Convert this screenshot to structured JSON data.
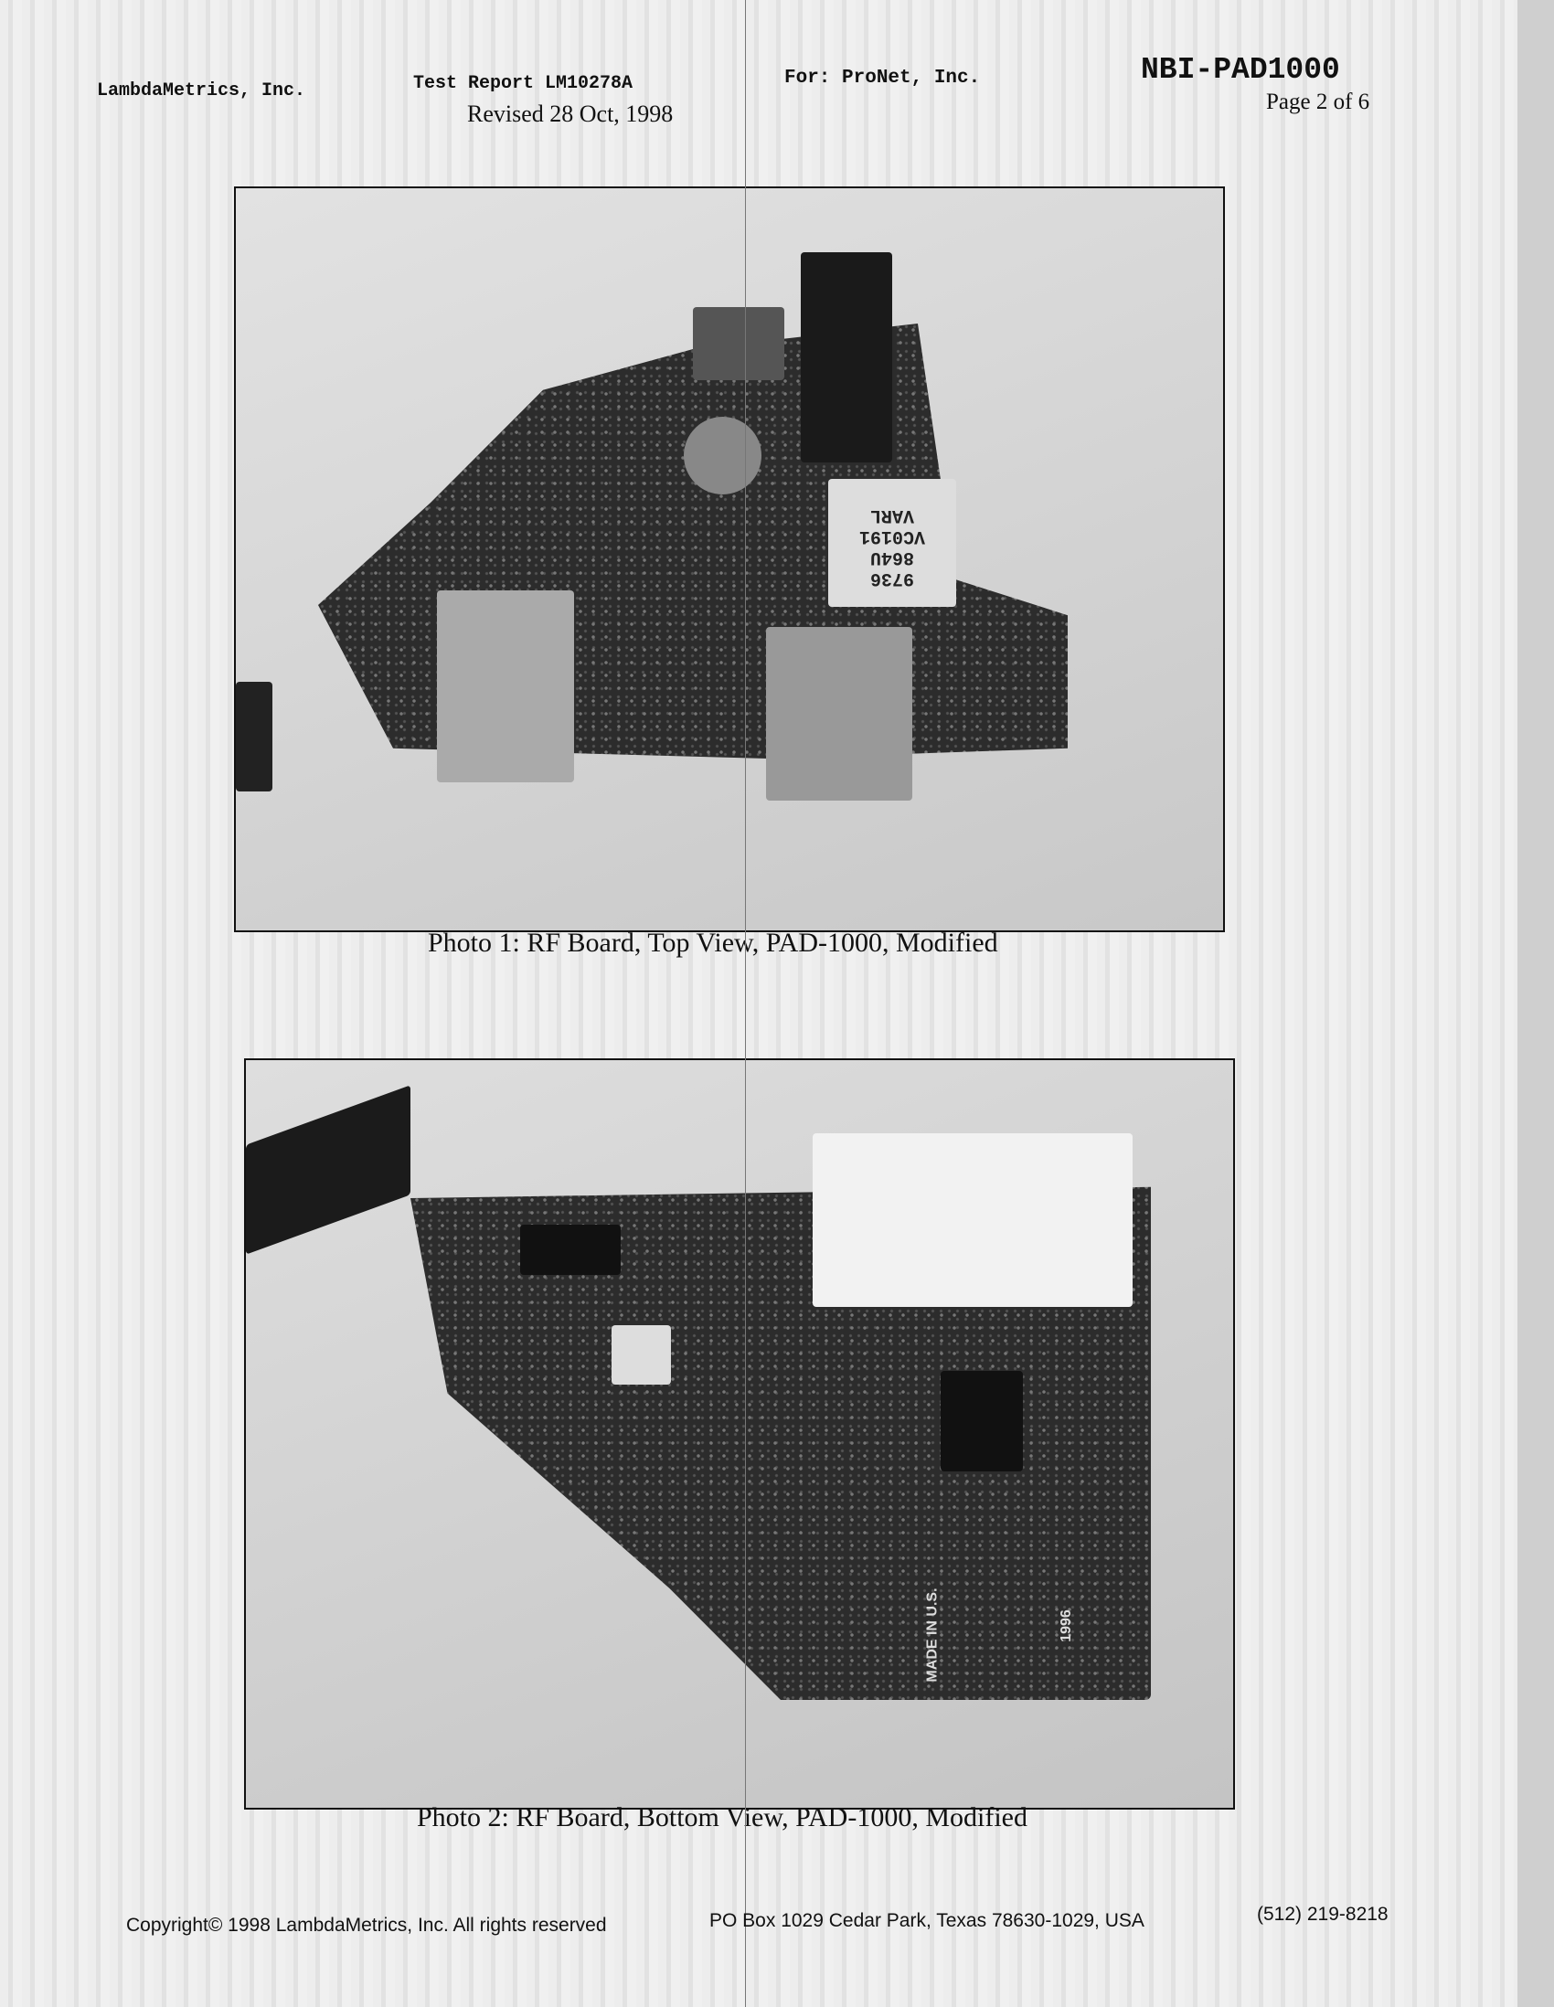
{
  "header": {
    "company": "LambdaMetrics, Inc.",
    "report": "Test Report LM10278A",
    "revised": "Revised 28 Oct, 1998",
    "client": "For: ProNet, Inc.",
    "product": "NBI-PAD1000",
    "page": "Page 2 of 6"
  },
  "photos": [
    {
      "caption": "Photo 1: RF Board, Top View, PAD-1000, Modified",
      "labels": [
        "VC0191",
        "864U",
        "9736",
        "VARL"
      ]
    },
    {
      "caption": "Photo 2: RF Board, Bottom View, PAD-1000, Modified",
      "labels": [
        "MADE IN U.S.",
        "1996"
      ]
    }
  ],
  "footer": {
    "copyright": "Copyright© 1998  LambdaMetrics, Inc.   All rights reserved",
    "address": "PO Box 1029    Cedar Park, Texas  78630-1029, USA",
    "phone": "(512) 219-8218"
  }
}
